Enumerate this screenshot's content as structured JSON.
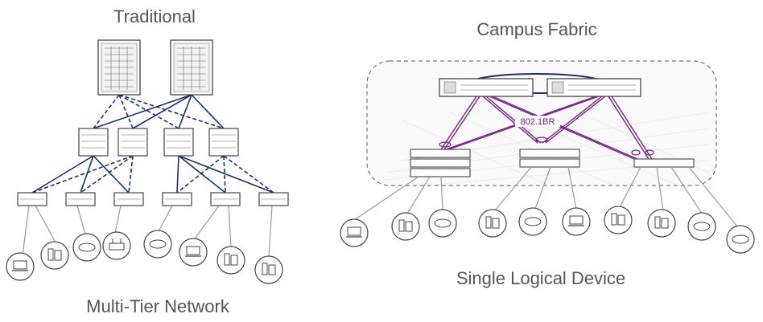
{
  "left": {
    "title": "Traditional",
    "subtitle": "Multi-Tier Network"
  },
  "right": {
    "title": "Campus Fabric",
    "subtitle": "Single Logical Device",
    "link_label": "802.1BR"
  },
  "colors": {
    "uplink": "#1a2f6e",
    "fabric_link": "#7a1f8a",
    "access_link": "#9a9a9a",
    "device_stroke": "#444444",
    "fabric_outline": "#555555"
  }
}
